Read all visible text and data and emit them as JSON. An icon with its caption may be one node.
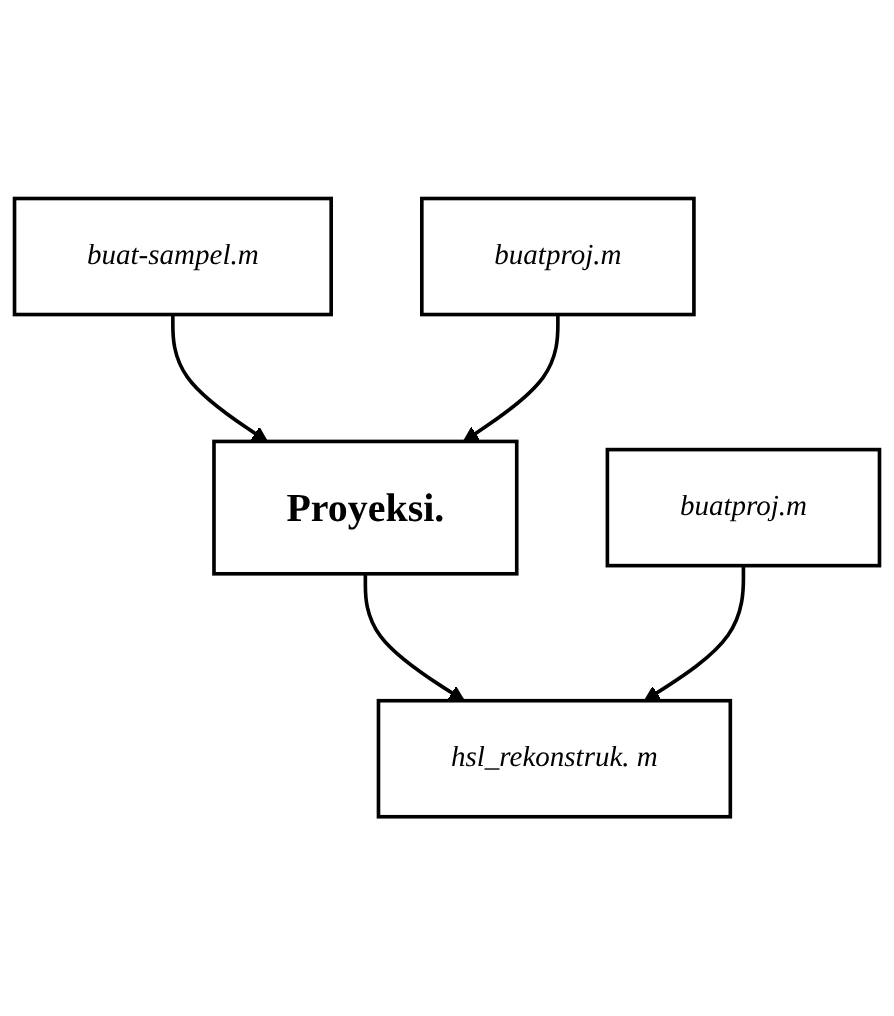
{
  "diagram": {
    "nodes": [
      {
        "text": [
          "buat-sampel.m"
        ]
      },
      {
        "text": [
          "Proyeksi."
        ]
      },
      {
        "text": [
          "buatproj.m"
        ]
      },
      {
        "text": [
          "hsl_rekonstruk. m"
        ]
      },
      {
        "text": [
          "buatproj.m"
        ]
      }
    ],
    "edges": [
      {
        "from": 0,
        "to": 1,
        "arrow": "to"
      },
      {
        "from": 2,
        "to": 1,
        "arrow": "to"
      },
      {
        "from": 1,
        "to": 3,
        "arrow": "to"
      },
      {
        "from": 4,
        "to": 3,
        "arrow": "to"
      }
    ]
  }
}
